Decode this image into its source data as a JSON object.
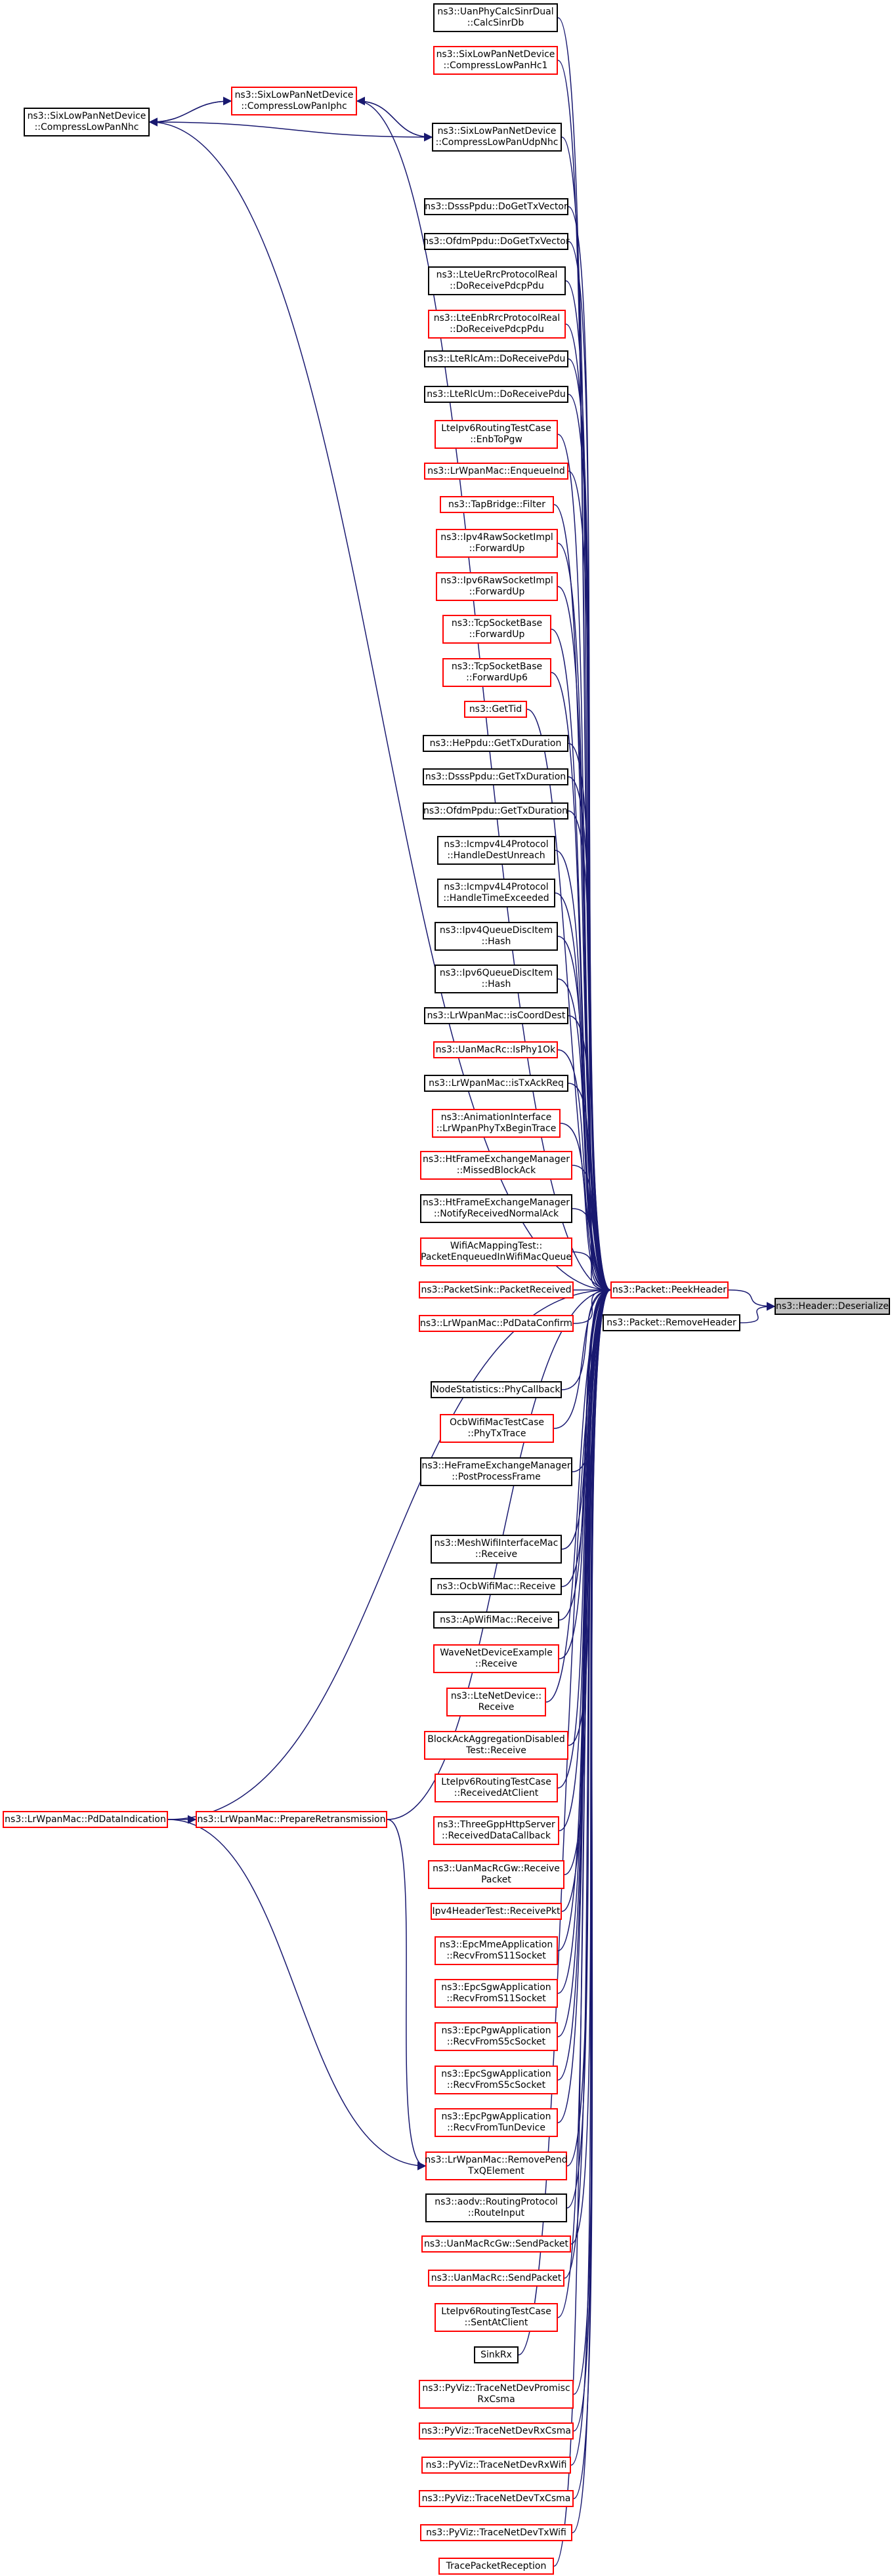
{
  "colors": {
    "edge": "#191970",
    "normal_border": "#000000",
    "truncated_border": "#ff0000",
    "focus_fill": "#bfbfbf"
  },
  "nodes": {
    "header_deserialize": {
      "lines": [
        "ns3::Header::Deserialize"
      ],
      "style": "focus"
    },
    "packet_peekheader": {
      "lines": [
        "ns3::Packet::PeekHeader"
      ],
      "style": "red"
    },
    "packet_removeheader": {
      "lines": [
        "ns3::Packet::RemoveHeader"
      ],
      "style": "normal"
    },
    "uan_calc_sinr": {
      "lines": [
        "ns3::UanPhyCalcSinrDual",
        "::CalcSinrDb"
      ],
      "style": "normal"
    },
    "sixlowpan_compress_hc1": {
      "lines": [
        "ns3::SixLowPanNetDevice",
        "::CompressLowPanHc1"
      ],
      "style": "red"
    },
    "sixlowpan_compress_iphc": {
      "lines": [
        "ns3::SixLowPanNetDevice",
        "::CompressLowPanIphc"
      ],
      "style": "red"
    },
    "sixlowpan_compress_nhc": {
      "lines": [
        "ns3::SixLowPanNetDevice",
        "::CompressLowPanNhc"
      ],
      "style": "normal"
    },
    "sixlowpan_compress_udp_nhc": {
      "lines": [
        "ns3::SixLowPanNetDevice",
        "::CompressLowPanUdpNhc"
      ],
      "style": "normal"
    },
    "dsss_gettxvector": {
      "lines": [
        "ns3::DsssPpdu::DoGetTxVector"
      ],
      "style": "normal"
    },
    "ofdm_gettxvector": {
      "lines": [
        "ns3::OfdmPpdu::DoGetTxVector"
      ],
      "style": "normal"
    },
    "lteue_receive_pdcp": {
      "lines": [
        "ns3::LteUeRrcProtocolReal",
        "::DoReceivePdcpPdu"
      ],
      "style": "normal"
    },
    "lteenb_receive_pdcp": {
      "lines": [
        "ns3::LteEnbRrcProtocolReal",
        "::DoReceivePdcpPdu"
      ],
      "style": "red"
    },
    "lterlcam_receive": {
      "lines": [
        "ns3::LteRlcAm::DoReceivePdu"
      ],
      "style": "normal"
    },
    "lterlcum_receive": {
      "lines": [
        "ns3::LteRlcUm::DoReceivePdu"
      ],
      "style": "normal"
    },
    "lteipv6_enbtopgw": {
      "lines": [
        "LteIpv6RoutingTestCase",
        "::EnbToPgw"
      ],
      "style": "red"
    },
    "lrwpan_enqueueind": {
      "lines": [
        "ns3::LrWpanMac::EnqueueInd"
      ],
      "style": "red"
    },
    "tapbridge_filter": {
      "lines": [
        "ns3::TapBridge::Filter"
      ],
      "style": "red"
    },
    "ipv4raw_forwardup": {
      "lines": [
        "ns3::Ipv4RawSocketImpl",
        "::ForwardUp"
      ],
      "style": "red"
    },
    "ipv6raw_forwardup": {
      "lines": [
        "ns3::Ipv6RawSocketImpl",
        "::ForwardUp"
      ],
      "style": "red"
    },
    "tcpsocket_forwardup": {
      "lines": [
        "ns3::TcpSocketBase",
        "::ForwardUp"
      ],
      "style": "red"
    },
    "tcpsocket_forwardup6": {
      "lines": [
        "ns3::TcpSocketBase",
        "::ForwardUp6"
      ],
      "style": "red"
    },
    "gettid": {
      "lines": [
        "ns3::GetTid"
      ],
      "style": "red"
    },
    "he_gettxduration": {
      "lines": [
        "ns3::HePpdu::GetTxDuration"
      ],
      "style": "normal"
    },
    "dsss_gettxduration": {
      "lines": [
        "ns3::DsssPpdu::GetTxDuration"
      ],
      "style": "normal"
    },
    "ofdm_gettxduration": {
      "lines": [
        "ns3::OfdmPpdu::GetTxDuration"
      ],
      "style": "normal"
    },
    "icmpv4_destunreach": {
      "lines": [
        "ns3::Icmpv4L4Protocol",
        "::HandleDestUnreach"
      ],
      "style": "normal"
    },
    "icmpv4_timeexceeded": {
      "lines": [
        "ns3::Icmpv4L4Protocol",
        "::HandleTimeExceeded"
      ],
      "style": "normal"
    },
    "ipv4queue_hash": {
      "lines": [
        "ns3::Ipv4QueueDiscItem",
        "::Hash"
      ],
      "style": "normal"
    },
    "ipv6queue_hash": {
      "lines": [
        "ns3::Ipv6QueueDiscItem",
        "::Hash"
      ],
      "style": "normal"
    },
    "lrwpan_iscoorddest": {
      "lines": [
        "ns3::LrWpanMac::isCoordDest"
      ],
      "style": "normal"
    },
    "uanmacrc_isphy1ok": {
      "lines": [
        "ns3::UanMacRc::IsPhy1Ok"
      ],
      "style": "red"
    },
    "lrwpan_istxackreq": {
      "lines": [
        "ns3::LrWpanMac::isTxAckReq"
      ],
      "style": "normal"
    },
    "anim_lrwpan_phytx": {
      "lines": [
        "ns3::AnimationInterface",
        "::LrWpanPhyTxBeginTrace"
      ],
      "style": "red"
    },
    "ht_missedblockack": {
      "lines": [
        "ns3::HtFrameExchangeManager",
        "::MissedBlockAck"
      ],
      "style": "red"
    },
    "ht_notifyreceivednormalack": {
      "lines": [
        "ns3::HtFrameExchangeManager",
        "::NotifyReceivedNormalAck"
      ],
      "style": "normal"
    },
    "wifiacmapping_enqueued": {
      "lines": [
        "WifiAcMappingTest::",
        "PacketEnqueuedInWifiMacQueue"
      ],
      "style": "red"
    },
    "packetsink_received": {
      "lines": [
        "ns3::PacketSink::PacketReceived"
      ],
      "style": "red"
    },
    "lrwpan_pddataconfirm": {
      "lines": [
        "ns3::LrWpanMac::PdDataConfirm"
      ],
      "style": "red"
    },
    "nodestatistics_phycallback": {
      "lines": [
        "NodeStatistics::PhyCallback"
      ],
      "style": "normal"
    },
    "ocbwifimactest_phytxtrace": {
      "lines": [
        "OcbWifiMacTestCase",
        "::PhyTxTrace"
      ],
      "style": "red"
    },
    "he_postprocessframe": {
      "lines": [
        "ns3::HeFrameExchangeManager",
        "::PostProcessFrame"
      ],
      "style": "normal"
    },
    "meshwifi_receive": {
      "lines": [
        "ns3::MeshWifiInterfaceMac",
        "::Receive"
      ],
      "style": "normal"
    },
    "ocbwifimac_receive": {
      "lines": [
        "ns3::OcbWifiMac::Receive"
      ],
      "style": "normal"
    },
    "apwifimac_receive": {
      "lines": [
        "ns3::ApWifiMac::Receive"
      ],
      "style": "normal"
    },
    "wavenet_receive": {
      "lines": [
        "WaveNetDeviceExample",
        "::Receive"
      ],
      "style": "red"
    },
    "ltenetdevice_receive": {
      "lines": [
        "ns3::LteNetDevice::",
        "Receive"
      ],
      "style": "red"
    },
    "blockack_receive": {
      "lines": [
        "BlockAckAggregationDisabled",
        "Test::Receive"
      ],
      "style": "red"
    },
    "lteipv6_receivedatclient": {
      "lines": [
        "LteIpv6RoutingTestCase",
        "::ReceivedAtClient"
      ],
      "style": "red"
    },
    "threegpp_receiveddatacallback": {
      "lines": [
        "ns3::ThreeGppHttpServer",
        "::ReceivedDataCallback"
      ],
      "style": "red"
    },
    "uanmacrcgw_receivepacket": {
      "lines": [
        "ns3::UanMacRcGw::Receive",
        "Packet"
      ],
      "style": "red"
    },
    "ipv4header_receivepkt": {
      "lines": [
        "Ipv4HeaderTest::ReceivePkt"
      ],
      "style": "red"
    },
    "epcmme_recvfroms11": {
      "lines": [
        "ns3::EpcMmeApplication",
        "::RecvFromS11Socket"
      ],
      "style": "red"
    },
    "epcsgw_recvfroms11": {
      "lines": [
        "ns3::EpcSgwApplication",
        "::RecvFromS11Socket"
      ],
      "style": "red"
    },
    "epcpgw_recvfroms5c": {
      "lines": [
        "ns3::EpcPgwApplication",
        "::RecvFromS5cSocket"
      ],
      "style": "red"
    },
    "epcsgw_recvfroms5c": {
      "lines": [
        "ns3::EpcSgwApplication",
        "::RecvFromS5cSocket"
      ],
      "style": "red"
    },
    "epcpgw_recvfromtun": {
      "lines": [
        "ns3::EpcPgwApplication",
        "::RecvFromTunDevice"
      ],
      "style": "red"
    },
    "lrwpan_removependtx": {
      "lines": [
        "ns3::LrWpanMac::RemovePend",
        "TxQElement"
      ],
      "style": "red"
    },
    "aodv_routeinput": {
      "lines": [
        "ns3::aodv::RoutingProtocol",
        "::RouteInput"
      ],
      "style": "normal"
    },
    "uanmacrcgw_sendpacket": {
      "lines": [
        "ns3::UanMacRcGw::SendPacket"
      ],
      "style": "red"
    },
    "uanmacrc_sendpacket": {
      "lines": [
        "ns3::UanMacRc::SendPacket"
      ],
      "style": "red"
    },
    "lteipv6_sentatclient": {
      "lines": [
        "LteIpv6RoutingTestCase",
        "::SentAtClient"
      ],
      "style": "red"
    },
    "sinkrx": {
      "lines": [
        "SinkRx"
      ],
      "style": "normal"
    },
    "pyviz_promiscrxcsma": {
      "lines": [
        "ns3::PyViz::TraceNetDevPromisc",
        "RxCsma"
      ],
      "style": "red"
    },
    "pyviz_rxcsma": {
      "lines": [
        "ns3::PyViz::TraceNetDevRxCsma"
      ],
      "style": "red"
    },
    "pyviz_rxwifi": {
      "lines": [
        "ns3::PyViz::TraceNetDevRxWifi"
      ],
      "style": "red"
    },
    "pyviz_txcsma": {
      "lines": [
        "ns3::PyViz::TraceNetDevTxCsma"
      ],
      "style": "red"
    },
    "pyviz_txwifi": {
      "lines": [
        "ns3::PyViz::TraceNetDevTxWifi"
      ],
      "style": "red"
    },
    "tracepacketreception": {
      "lines": [
        "TracePacketReception"
      ],
      "style": "red"
    },
    "lrwpan_pddataindication": {
      "lines": [
        "ns3::LrWpanMac::PdDataIndication"
      ],
      "style": "red"
    },
    "lrwpan_prepareretransmission": {
      "lines": [
        "ns3::LrWpanMac::PrepareRetransmission"
      ],
      "style": "red"
    }
  },
  "edges": [
    [
      "packet_peekheader",
      "header_deserialize"
    ],
    [
      "packet_removeheader",
      "header_deserialize"
    ],
    [
      "sixlowpan_compress_iphc",
      "sixlowpan_compress_nhc"
    ],
    [
      "sixlowpan_compress_nhc",
      "sixlowpan_compress_iphc"
    ],
    [
      "sixlowpan_compress_udp_nhc",
      "sixlowpan_compress_nhc"
    ],
    [
      "sixlowpan_compress_udp_nhc",
      "sixlowpan_compress_iphc"
    ],
    [
      "sixlowpan_compress_iphc",
      "sixlowpan_compress_udp_nhc"
    ],
    [
      "uan_calc_sinr",
      "packet_peekheader"
    ],
    [
      "sixlowpan_compress_hc1",
      "packet_peekheader"
    ],
    [
      "sixlowpan_compress_iphc",
      "packet_peekheader"
    ],
    [
      "sixlowpan_compress_nhc",
      "packet_peekheader"
    ],
    [
      "sixlowpan_compress_udp_nhc",
      "packet_peekheader"
    ],
    [
      "dsss_gettxvector",
      "packet_peekheader"
    ],
    [
      "ofdm_gettxvector",
      "packet_peekheader"
    ],
    [
      "lteue_receive_pdcp",
      "packet_peekheader"
    ],
    [
      "lteenb_receive_pdcp",
      "packet_peekheader"
    ],
    [
      "lterlcam_receive",
      "packet_peekheader"
    ],
    [
      "lterlcum_receive",
      "packet_peekheader"
    ],
    [
      "lteipv6_enbtopgw",
      "packet_peekheader"
    ],
    [
      "lrwpan_enqueueind",
      "packet_peekheader"
    ],
    [
      "tapbridge_filter",
      "packet_peekheader"
    ],
    [
      "ipv4raw_forwardup",
      "packet_peekheader"
    ],
    [
      "ipv6raw_forwardup",
      "packet_peekheader"
    ],
    [
      "tcpsocket_forwardup",
      "packet_peekheader"
    ],
    [
      "tcpsocket_forwardup6",
      "packet_peekheader"
    ],
    [
      "gettid",
      "packet_peekheader"
    ],
    [
      "he_gettxduration",
      "packet_peekheader"
    ],
    [
      "dsss_gettxduration",
      "packet_peekheader"
    ],
    [
      "ofdm_gettxduration",
      "packet_peekheader"
    ],
    [
      "icmpv4_destunreach",
      "packet_peekheader"
    ],
    [
      "icmpv4_timeexceeded",
      "packet_peekheader"
    ],
    [
      "ipv4queue_hash",
      "packet_peekheader"
    ],
    [
      "ipv6queue_hash",
      "packet_peekheader"
    ],
    [
      "lrwpan_iscoorddest",
      "packet_peekheader"
    ],
    [
      "uanmacrc_isphy1ok",
      "packet_peekheader"
    ],
    [
      "lrwpan_istxackreq",
      "packet_peekheader"
    ],
    [
      "anim_lrwpan_phytx",
      "packet_peekheader"
    ],
    [
      "ht_missedblockack",
      "packet_peekheader"
    ],
    [
      "ht_notifyreceivednormalack",
      "packet_peekheader"
    ],
    [
      "wifiacmapping_enqueued",
      "packet_peekheader"
    ],
    [
      "packetsink_received",
      "packet_peekheader"
    ],
    [
      "lrwpan_pddataconfirm",
      "packet_peekheader"
    ],
    [
      "nodestatistics_phycallback",
      "packet_peekheader"
    ],
    [
      "ocbwifimactest_phytxtrace",
      "packet_peekheader"
    ],
    [
      "he_postprocessframe",
      "packet_peekheader"
    ],
    [
      "meshwifi_receive",
      "packet_peekheader"
    ],
    [
      "ocbwifimac_receive",
      "packet_peekheader"
    ],
    [
      "apwifimac_receive",
      "packet_peekheader"
    ],
    [
      "wavenet_receive",
      "packet_peekheader"
    ],
    [
      "ltenetdevice_receive",
      "packet_peekheader"
    ],
    [
      "blockack_receive",
      "packet_peekheader"
    ],
    [
      "lteipv6_receivedatclient",
      "packet_peekheader"
    ],
    [
      "threegpp_receiveddatacallback",
      "packet_peekheader"
    ],
    [
      "uanmacrcgw_receivepacket",
      "packet_peekheader"
    ],
    [
      "ipv4header_receivepkt",
      "packet_peekheader"
    ],
    [
      "epcmme_recvfroms11",
      "packet_peekheader"
    ],
    [
      "epcsgw_recvfroms11",
      "packet_peekheader"
    ],
    [
      "epcpgw_recvfroms5c",
      "packet_peekheader"
    ],
    [
      "epcsgw_recvfroms5c",
      "packet_peekheader"
    ],
    [
      "epcpgw_recvfromtun",
      "packet_peekheader"
    ],
    [
      "lrwpan_removependtx",
      "packet_peekheader"
    ],
    [
      "aodv_routeinput",
      "packet_peekheader"
    ],
    [
      "uanmacrcgw_sendpacket",
      "packet_peekheader"
    ],
    [
      "uanmacrc_sendpacket",
      "packet_peekheader"
    ],
    [
      "lteipv6_sentatclient",
      "packet_peekheader"
    ],
    [
      "sinkrx",
      "packet_peekheader"
    ],
    [
      "pyviz_promiscrxcsma",
      "packet_peekheader"
    ],
    [
      "pyviz_rxcsma",
      "packet_peekheader"
    ],
    [
      "pyviz_rxwifi",
      "packet_peekheader"
    ],
    [
      "pyviz_txcsma",
      "packet_peekheader"
    ],
    [
      "pyviz_txwifi",
      "packet_peekheader"
    ],
    [
      "tracepacketreception",
      "packet_peekheader"
    ],
    [
      "lrwpan_pddataindication",
      "packet_peekheader"
    ],
    [
      "lrwpan_prepareretransmission",
      "packet_peekheader"
    ],
    [
      "lrwpan_pddataindication",
      "lrwpan_prepareretransmission"
    ],
    [
      "lrwpan_pddataindication",
      "lrwpan_removependtx"
    ],
    [
      "lrwpan_prepareretransmission",
      "lrwpan_removependtx"
    ]
  ]
}
